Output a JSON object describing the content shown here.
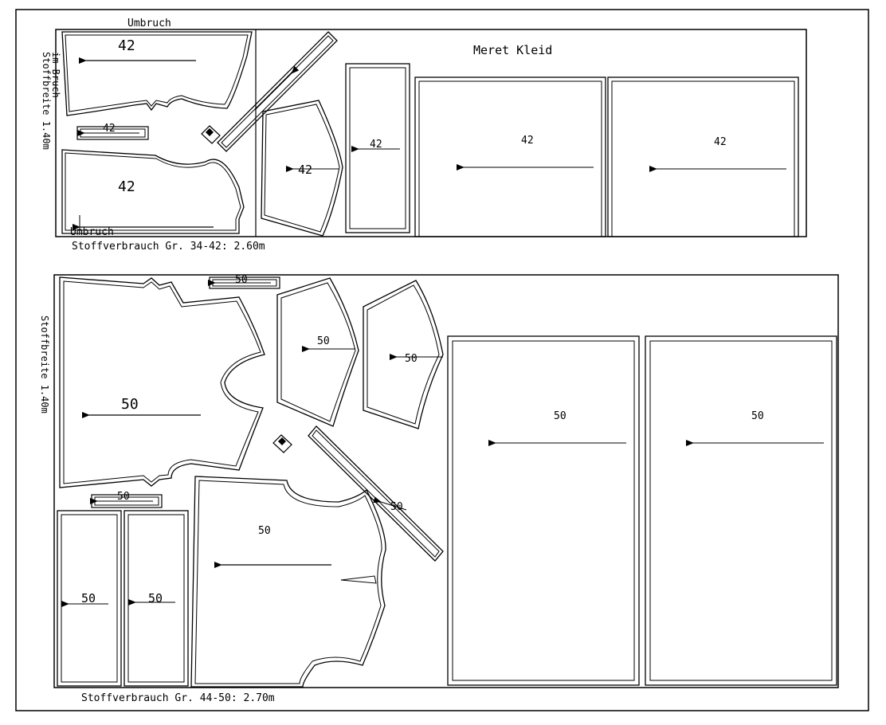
{
  "title": "Meret Kleid",
  "layout_top": {
    "fold_label_top": "Umbruch",
    "fold_label_bottom": "Umbruch",
    "fabric_width_line1": "Stoffbreite 1.40m",
    "fabric_width_line2": "im Bruch",
    "consumption": "Stoffverbrauch Gr. 34-42: 2.60m",
    "size": "42"
  },
  "layout_bottom": {
    "fabric_width": "Stoffbreite 1.40m",
    "consumption": "Stoffverbrauch Gr. 44-50: 2.70m",
    "size": "50"
  },
  "colors": {
    "line": "#000000",
    "background": "#ffffff"
  }
}
